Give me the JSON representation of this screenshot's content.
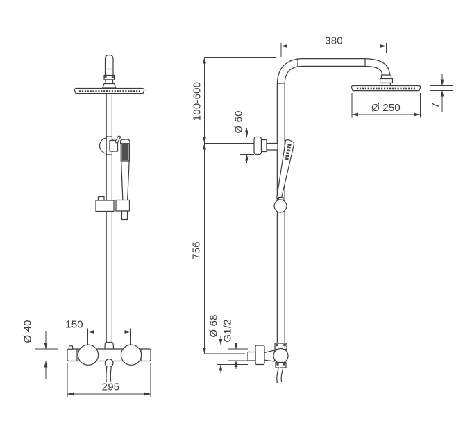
{
  "colors": {
    "line": "#3c3c3c",
    "label": "#3a3a3a",
    "background": "#ffffff",
    "spray_face": "#4f4f4f"
  },
  "front_view": {
    "dims": {
      "handle_spacing": "150",
      "body_diameter": "Ø 40",
      "overall_width": "295"
    }
  },
  "side_view": {
    "dims": {
      "arm_reach": "380",
      "height_range": "100-600",
      "head_diameter": "Ø 250",
      "head_thickness": "7",
      "bracket_diameter": "Ø 60",
      "riser_height": "756",
      "valve_diameter": "Ø 68",
      "thread_size": "G1/2"
    }
  }
}
